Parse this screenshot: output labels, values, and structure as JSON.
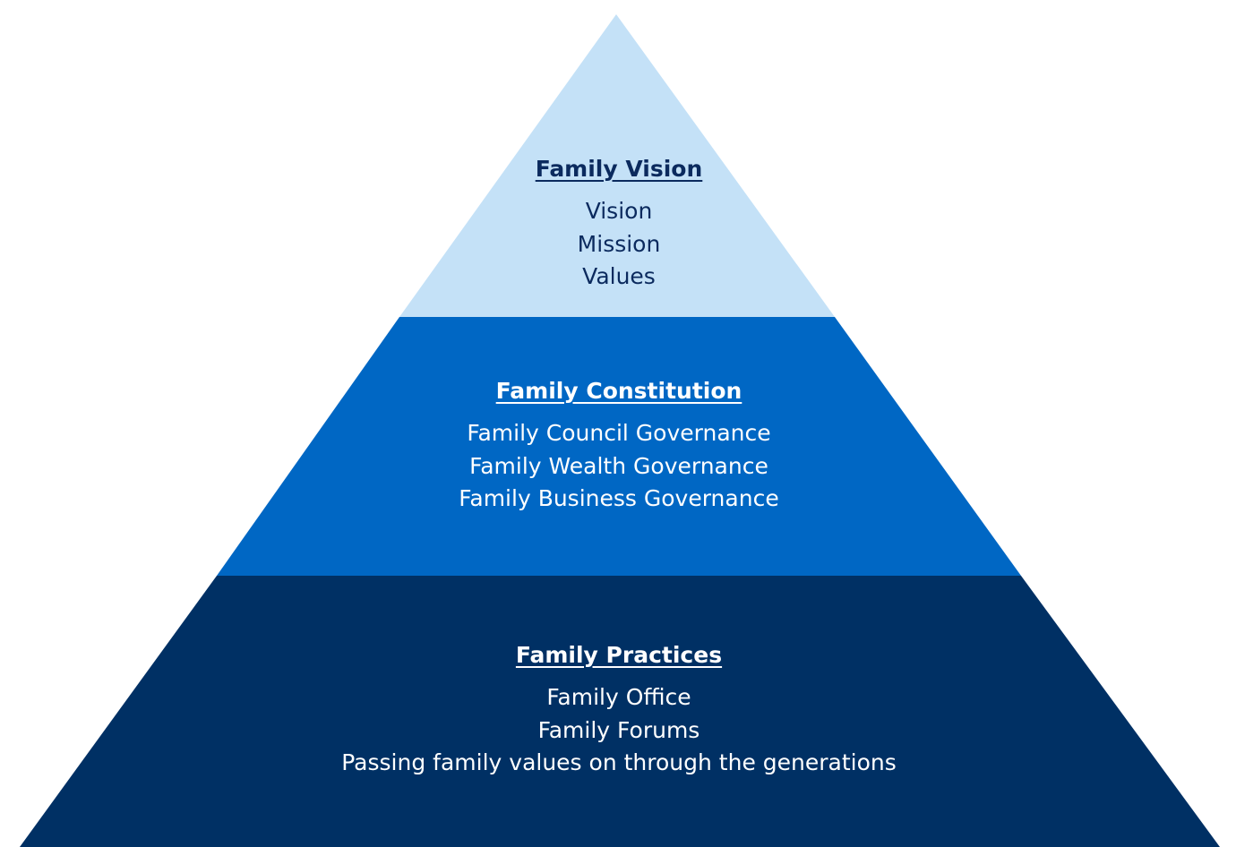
{
  "colors": {
    "top": "#c4e1f7",
    "middle": "#0067c4",
    "bottom": "#003064",
    "dark_text": "#0b2a5e",
    "light_text": "#ffffff"
  },
  "tiers": [
    {
      "heading": "Family Vision",
      "items": [
        "Vision",
        "Mission",
        "Values"
      ]
    },
    {
      "heading": "Family Constitution",
      "items": [
        "Family Council Governance",
        "Family Wealth Governance",
        "Family Business Governance"
      ]
    },
    {
      "heading": "Family Practices",
      "items": [
        "Family Office",
        "Family Forums",
        "Passing family values on through the generations"
      ]
    }
  ]
}
